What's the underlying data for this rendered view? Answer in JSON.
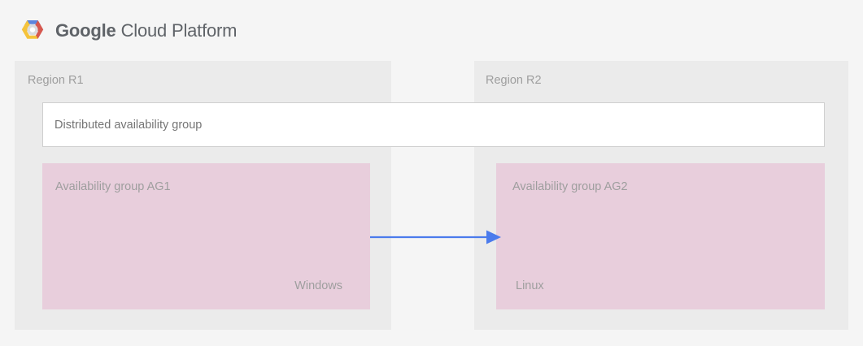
{
  "header": {
    "logo_icon": "google-cloud-platform-hexagon-logo",
    "brand_primary": "Google",
    "brand_secondary": "Cloud Platform",
    "colors": {
      "logo_blue": "#5c85de",
      "logo_red": "#d6584f",
      "logo_yellow": "#f5c33b",
      "logo_grey": "#dadce0",
      "logo_center": "#ffffff",
      "text": "#5f6368"
    }
  },
  "diagram": {
    "type": "architecture-diagram",
    "background": "#f5f5f5",
    "regions": [
      {
        "id": "r1",
        "label": "Region R1",
        "fill": "#ebebeb",
        "availability_group": {
          "title": "Availability group AG1",
          "os": "Windows",
          "os_align": "right",
          "fill": "#e8cedc"
        }
      },
      {
        "id": "r2",
        "label": "Region R2",
        "fill": "#ebebeb",
        "availability_group": {
          "title": "Availability group AG2",
          "os": "Linux",
          "os_align": "left",
          "fill": "#e8cedc"
        }
      }
    ],
    "distributed_group": {
      "label": "Distributed availability group",
      "fill": "#ffffff",
      "border": "#cfcfcf"
    },
    "connector": {
      "icon": "arrow-right-icon",
      "from": "Availability group AG1",
      "to": "Availability group AG2",
      "direction": "right",
      "color": "#4b7bec"
    }
  }
}
